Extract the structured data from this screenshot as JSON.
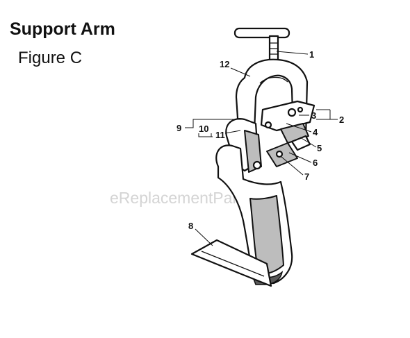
{
  "header": {
    "title": "Support Arm",
    "subtitle": "Figure C"
  },
  "watermark": "eReplacementParts.com",
  "callouts": [
    {
      "id": "1",
      "label": "1"
    },
    {
      "id": "2",
      "label": "2"
    },
    {
      "id": "3",
      "label": "3"
    },
    {
      "id": "4",
      "label": "4"
    },
    {
      "id": "5",
      "label": "5"
    },
    {
      "id": "6",
      "label": "6"
    },
    {
      "id": "7",
      "label": "7"
    },
    {
      "id": "8",
      "label": "8"
    },
    {
      "id": "9",
      "label": "9"
    },
    {
      "id": "10",
      "label": "10"
    },
    {
      "id": "11",
      "label": "11"
    },
    {
      "id": "12",
      "label": "12"
    }
  ]
}
